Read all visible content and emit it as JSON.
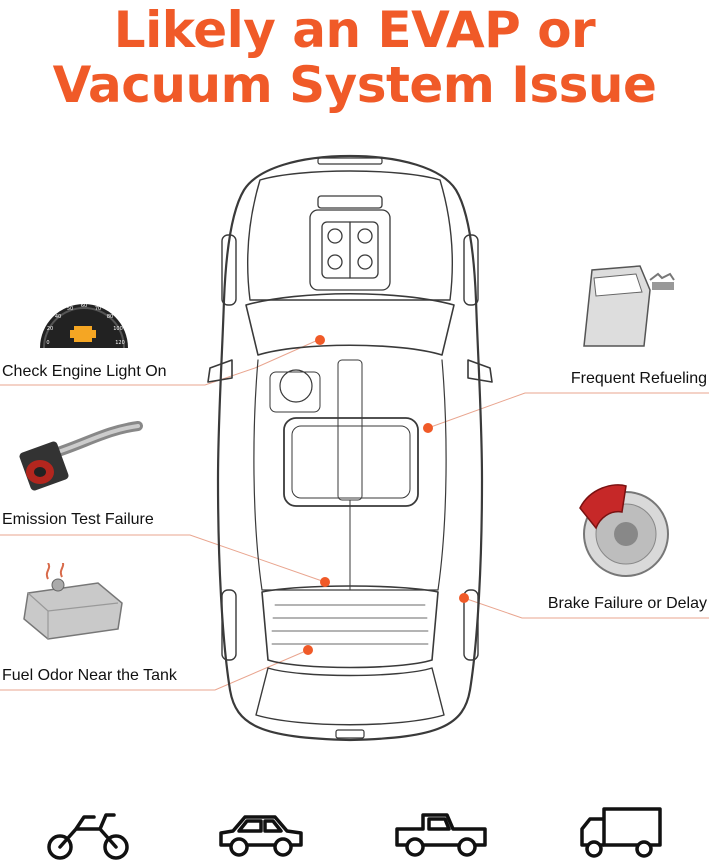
{
  "title": {
    "line1": "Likely an EVAP or",
    "line2": "Vacuum System Issue"
  },
  "symptoms": {
    "left": [
      {
        "label": "Check Engine Light On",
        "icon": "check-engine-gauge-icon"
      },
      {
        "label": "Emission Test Failure",
        "icon": "air-intake-icon"
      },
      {
        "label": "Fuel Odor Near the Tank",
        "icon": "fuel-tank-icon"
      }
    ],
    "right": [
      {
        "label": "Frequent Refueling",
        "icon": "car-door-icon"
      },
      {
        "label": "Brake Failure or Delay",
        "icon": "brake-caliper-icon"
      }
    ]
  },
  "vehicles": [
    "motorcycle-icon",
    "car-icon",
    "pickup-truck-icon",
    "box-truck-icon"
  ],
  "colors": {
    "accent": "#f05a28",
    "line": "#e9a58f",
    "outline": "#3a3a3a"
  },
  "gauge_ticks": [
    "0",
    "10",
    "20",
    "30",
    "40",
    "50",
    "60",
    "70",
    "80",
    "90",
    "100",
    "110",
    "120"
  ]
}
